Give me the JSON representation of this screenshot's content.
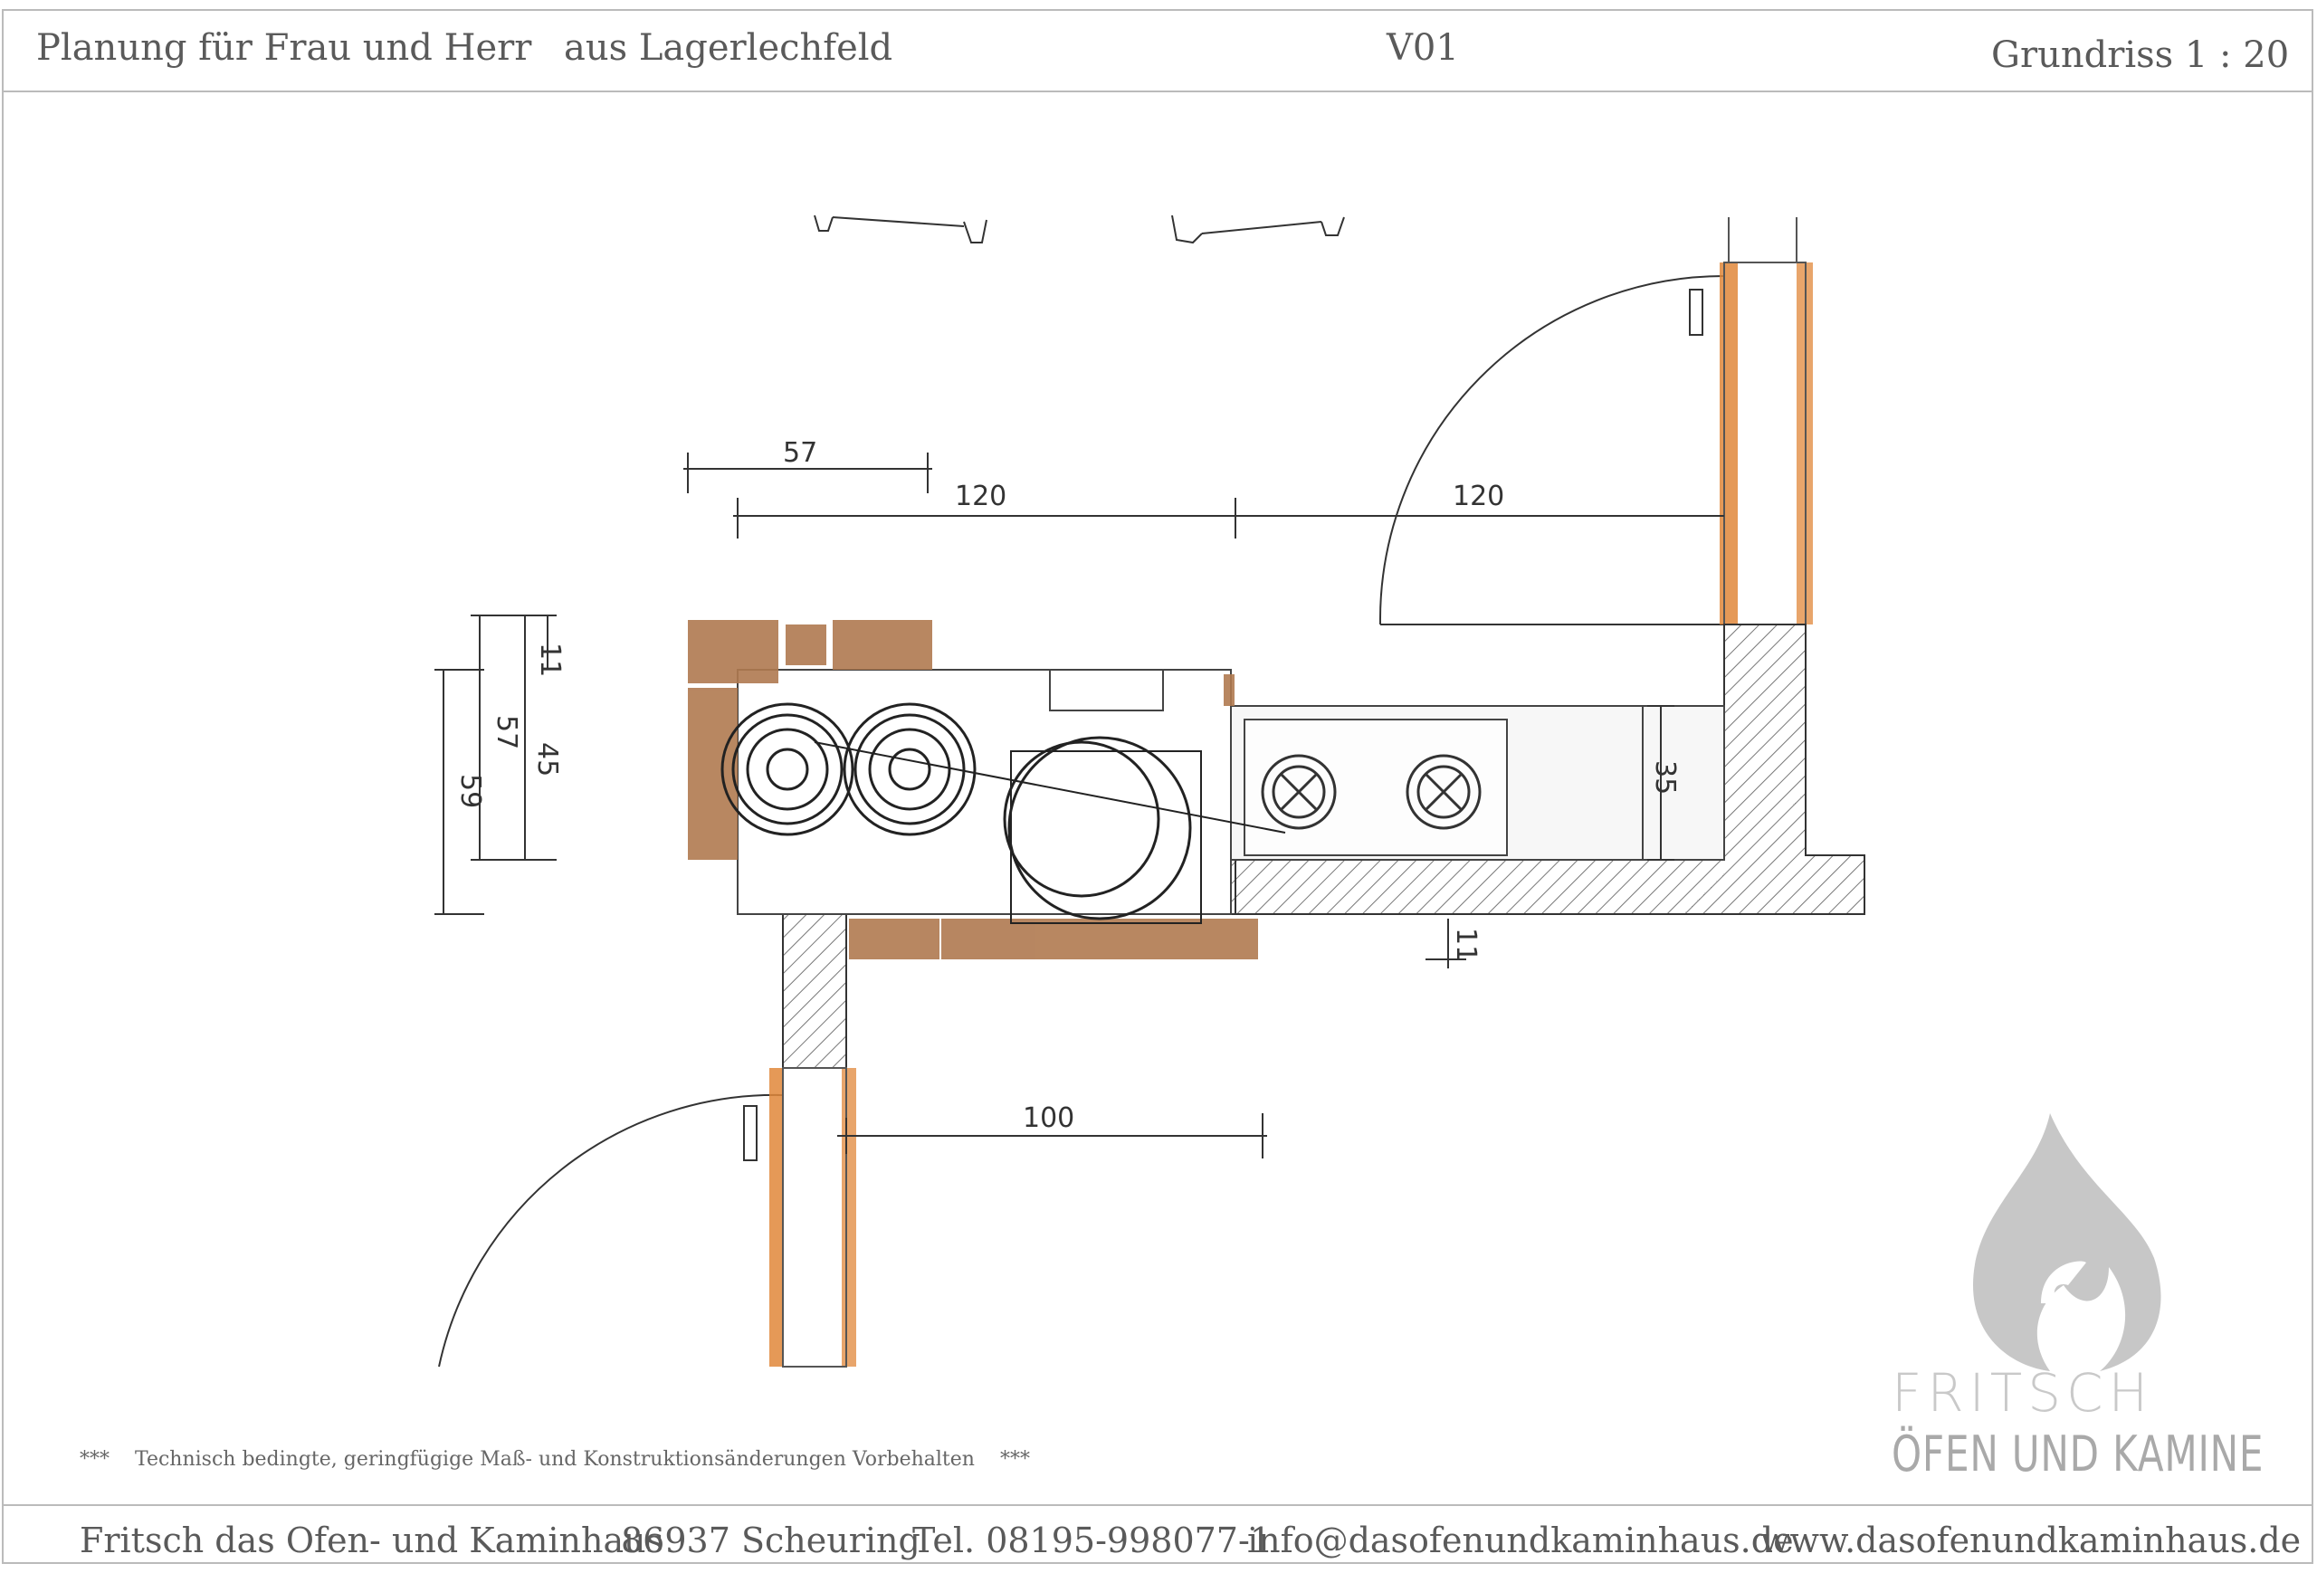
{
  "header": {
    "client": "Planung für Frau und Herr",
    "location": "aus Lagerlechfeld",
    "version": "V01",
    "drawing_type": "Grundriss 1 : 20"
  },
  "dimensions": {
    "d57_top": "57",
    "d120_left": "120",
    "d120_right": "120",
    "d11_left": "11",
    "d57_left": "57",
    "d45_left": "45",
    "d59_left": "59",
    "d35_right": "35",
    "d11_bottom": "11",
    "d100": "100"
  },
  "note": {
    "stars_left": "***",
    "text": "Technisch bedingte, geringfügige Maß- und Konstruktionsänderungen Vorbehalten",
    "stars_right": "***"
  },
  "logo": {
    "line1": "FRITSCH",
    "line2": "ÖFEN UND KAMINE"
  },
  "footer": {
    "company": "Fritsch das Ofen- und Kaminhaus",
    "address": "86937 Scheuring",
    "phone": "Tel. 08195-998077-1",
    "email": "info@dasofenundkaminhaus.de",
    "website": "www.dasofenundkaminhaus.de"
  },
  "colors": {
    "wood": "#b07a50",
    "orange": "#e0873a",
    "hatch": "#777777",
    "line": "#333333"
  }
}
